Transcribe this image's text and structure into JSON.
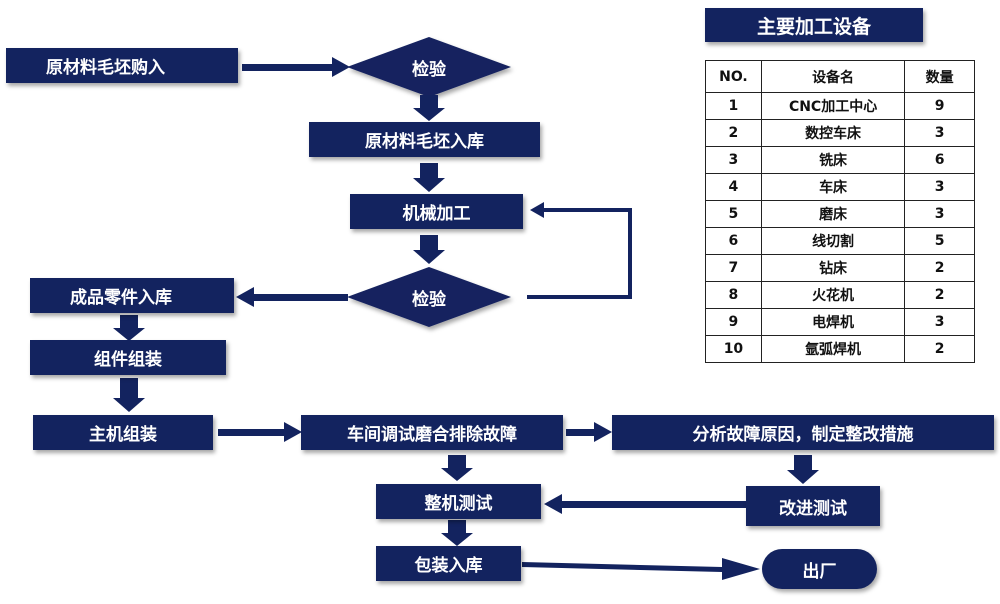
{
  "flow": {
    "raw_purchase": "原材料毛坯购入",
    "inspect_1": "检验",
    "raw_storage": "原材料毛坯入库",
    "machining": "机械加工",
    "inspect_2": "检验",
    "finished_parts_storage": "成品零件入库",
    "component_assembly": "组件组装",
    "main_assembly": "主机组装",
    "workshop_debug": "车间调试磨合排除故障",
    "analyze_fault": "分析故障原因，制定整改措施",
    "improve_test": "改进测试",
    "full_test": "整机测试",
    "pack_storage": "包装入库",
    "ship": "出厂"
  },
  "table": {
    "title": "主要加工设备",
    "headers": [
      "NO.",
      "设备名",
      "数量"
    ],
    "rows": [
      [
        "1",
        "CNC加工中心",
        "9"
      ],
      [
        "2",
        "数控车床",
        "3"
      ],
      [
        "3",
        "铣床",
        "6"
      ],
      [
        "4",
        "车床",
        "3"
      ],
      [
        "5",
        "磨床",
        "3"
      ],
      [
        "6",
        "线切割",
        "5"
      ],
      [
        "7",
        "钻床",
        "2"
      ],
      [
        "8",
        "火花机",
        "2"
      ],
      [
        "9",
        "电焊机",
        "3"
      ],
      [
        "10",
        "氩弧焊机",
        "2"
      ]
    ]
  },
  "colors": {
    "box": "#13235f",
    "text": "#ffffff"
  }
}
